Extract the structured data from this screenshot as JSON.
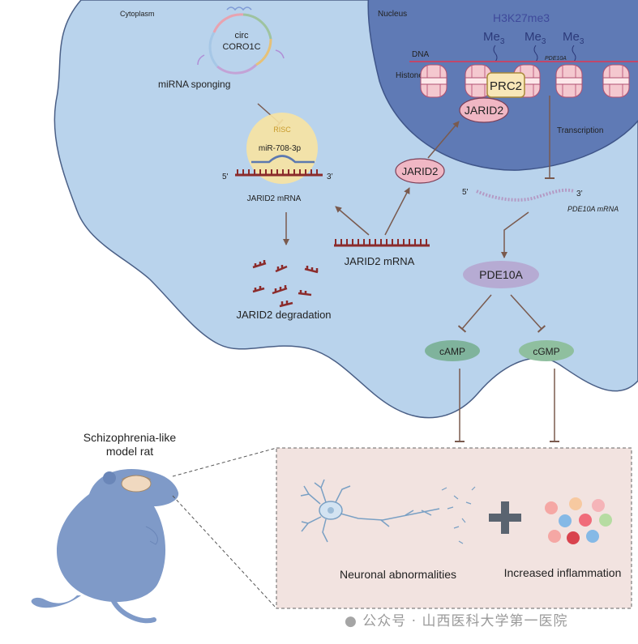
{
  "labels": {
    "cytoplasm": "Cytoplasm",
    "nucleus": "Nucleus",
    "h3k27me3": "H3K27me3",
    "me3": "Me",
    "me3_sub": "3",
    "dna": "DNA",
    "histone": "Histone",
    "pde10a_gene": "PDE10A",
    "prc2": "PRC2",
    "jarid2_nuclear": "JARID2",
    "transcription": "Transcription",
    "circ_line1": "circ",
    "circ_line2": "CORO1C",
    "mirna_sponging": "miRNA sponging",
    "risc": "RISC",
    "mir": "miR-708-3p",
    "five_prime": "5'",
    "three_prime": "3’",
    "jarid2_mrna_small": "JARID2 mRNA",
    "jarid2_mrna_center": "JARID2 mRNA",
    "jarid2_cyto": "JARID2",
    "pde10a_mrna": "PDE10A mRNA",
    "jarid2_degradation": "JARID2 degradation",
    "pde10a_protein": "PDE10A",
    "camp": "cAMP",
    "cgmp": "cGMP",
    "rat_line1": "Schizophrenia-like",
    "rat_line2": "model rat",
    "neuronal": "Neuronal abnormalities",
    "inflammation": "Increased inflammation"
  },
  "watermark": "公众号 · 山西医科大学第一医院",
  "colors": {
    "cell": "#b9d3ec",
    "nucleus": "#5f7ab5",
    "arrow": "#7a5a4e",
    "mrna": "#8b2b2b",
    "pde_mrna": "#b49ac4",
    "camp": "#7fb39c",
    "cgmp": "#8fbf9f",
    "rat": "#7f9ac8",
    "box": "#f2e3e0"
  }
}
